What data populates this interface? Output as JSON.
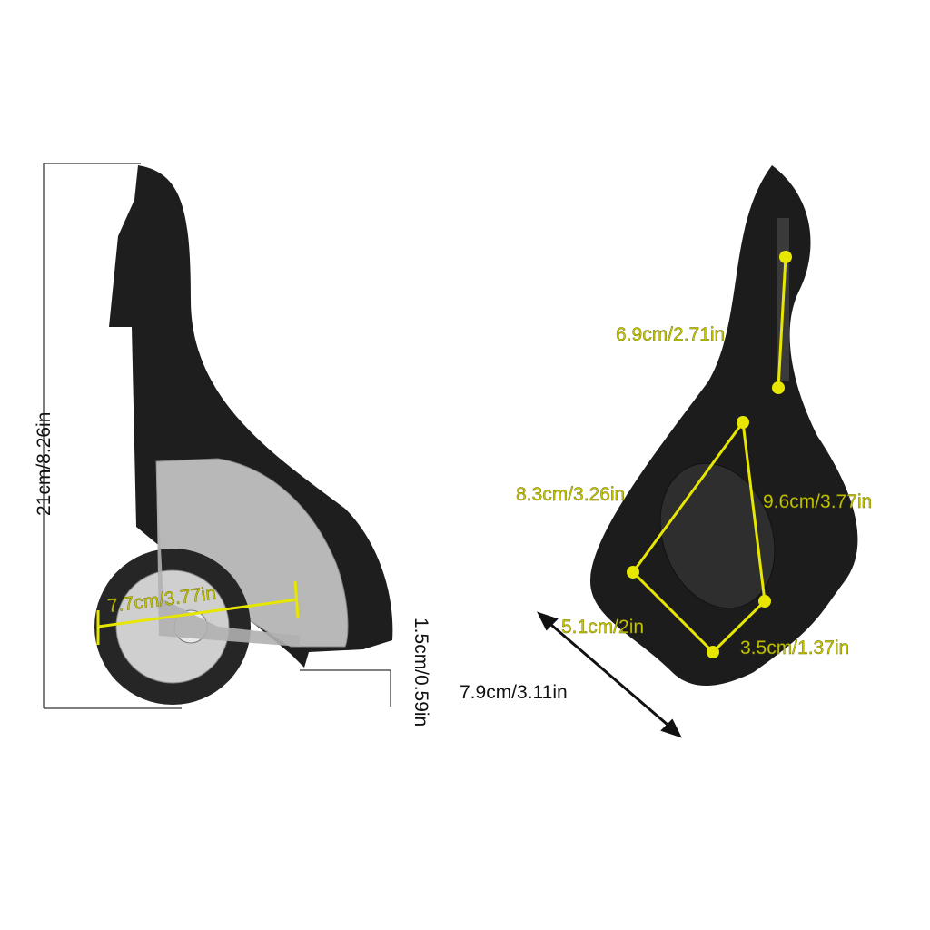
{
  "left_view": {
    "height_label": "21cm/8.26in",
    "wheel_diameter_label": "7.7cm/3.77in",
    "base_thickness_label": "1.5cm/0.59in"
  },
  "right_view": {
    "slot_length_label": "6.9cm/2.71in",
    "diagonal_label": "8.3cm/3.26in",
    "side_label": "9.6cm/3.77in",
    "bottom_left_label": "5.1cm/2in",
    "bottom_right_label": "3.5cm/1.37in",
    "depth_label": "7.9cm/3.11in"
  },
  "colors": {
    "annotation": "#e6e600",
    "body": "#1e1e1e",
    "silver": "#b8b8b8"
  }
}
